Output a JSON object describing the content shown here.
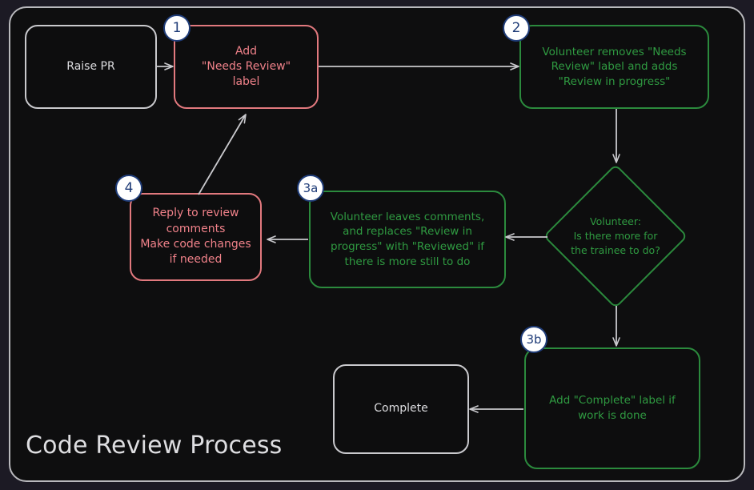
{
  "diagram": {
    "title": "Code Review Process",
    "colors": {
      "background": "#0e0e0f",
      "outer_background": "#1c1a24",
      "frame_border": "#b9b9bd",
      "neutral_node": "#c9c9cd",
      "red_node": "#e2797e",
      "red_text": "#ef8189",
      "green_node": "#2b8a3d",
      "green_text": "#2f9a41",
      "badge_fill": "#ffffff",
      "badge_border": "#1f3c78",
      "edge": "#c9c9cd"
    },
    "nodes": [
      {
        "id": "raise-pr",
        "label": "Raise PR",
        "style": "plain",
        "badge": null
      },
      {
        "id": "add-label",
        "label": "Add\n\"Needs Review\"\nlabel",
        "style": "red",
        "badge": "1"
      },
      {
        "id": "volunteer-takes",
        "label": "Volunteer removes \"Needs\nReview\" label and adds\n\"Review in progress\"",
        "style": "green",
        "badge": "2"
      },
      {
        "id": "decision",
        "label": "Volunteer:\nIs there more for\nthe trainee to do?",
        "style": "green-diamond",
        "badge": null
      },
      {
        "id": "leaves-comments",
        "label": "Volunteer leaves comments,\nand replaces \"Review in\nprogress\" with \"Reviewed\" if\nthere is more still to do",
        "style": "green",
        "badge": "3a"
      },
      {
        "id": "reply-to-review",
        "label": "Reply to review\ncomments\nMake code changes\nif needed",
        "style": "red",
        "badge": "4"
      },
      {
        "id": "add-complete-label",
        "label": "Add \"Complete\" label if\nwork is done",
        "style": "green",
        "badge": "3b"
      },
      {
        "id": "complete",
        "label": "Complete",
        "style": "plain",
        "badge": null
      }
    ],
    "edges": [
      {
        "from": "raise-pr",
        "to": "add-label",
        "label": ""
      },
      {
        "from": "add-label",
        "to": "volunteer-takes",
        "label": ""
      },
      {
        "from": "volunteer-takes",
        "to": "decision",
        "label": ""
      },
      {
        "from": "decision",
        "to": "leaves-comments",
        "label": ""
      },
      {
        "from": "leaves-comments",
        "to": "reply-to-review",
        "label": ""
      },
      {
        "from": "reply-to-review",
        "to": "add-label",
        "label": ""
      },
      {
        "from": "decision",
        "to": "add-complete-label",
        "label": ""
      },
      {
        "from": "add-complete-label",
        "to": "complete",
        "label": ""
      }
    ]
  }
}
